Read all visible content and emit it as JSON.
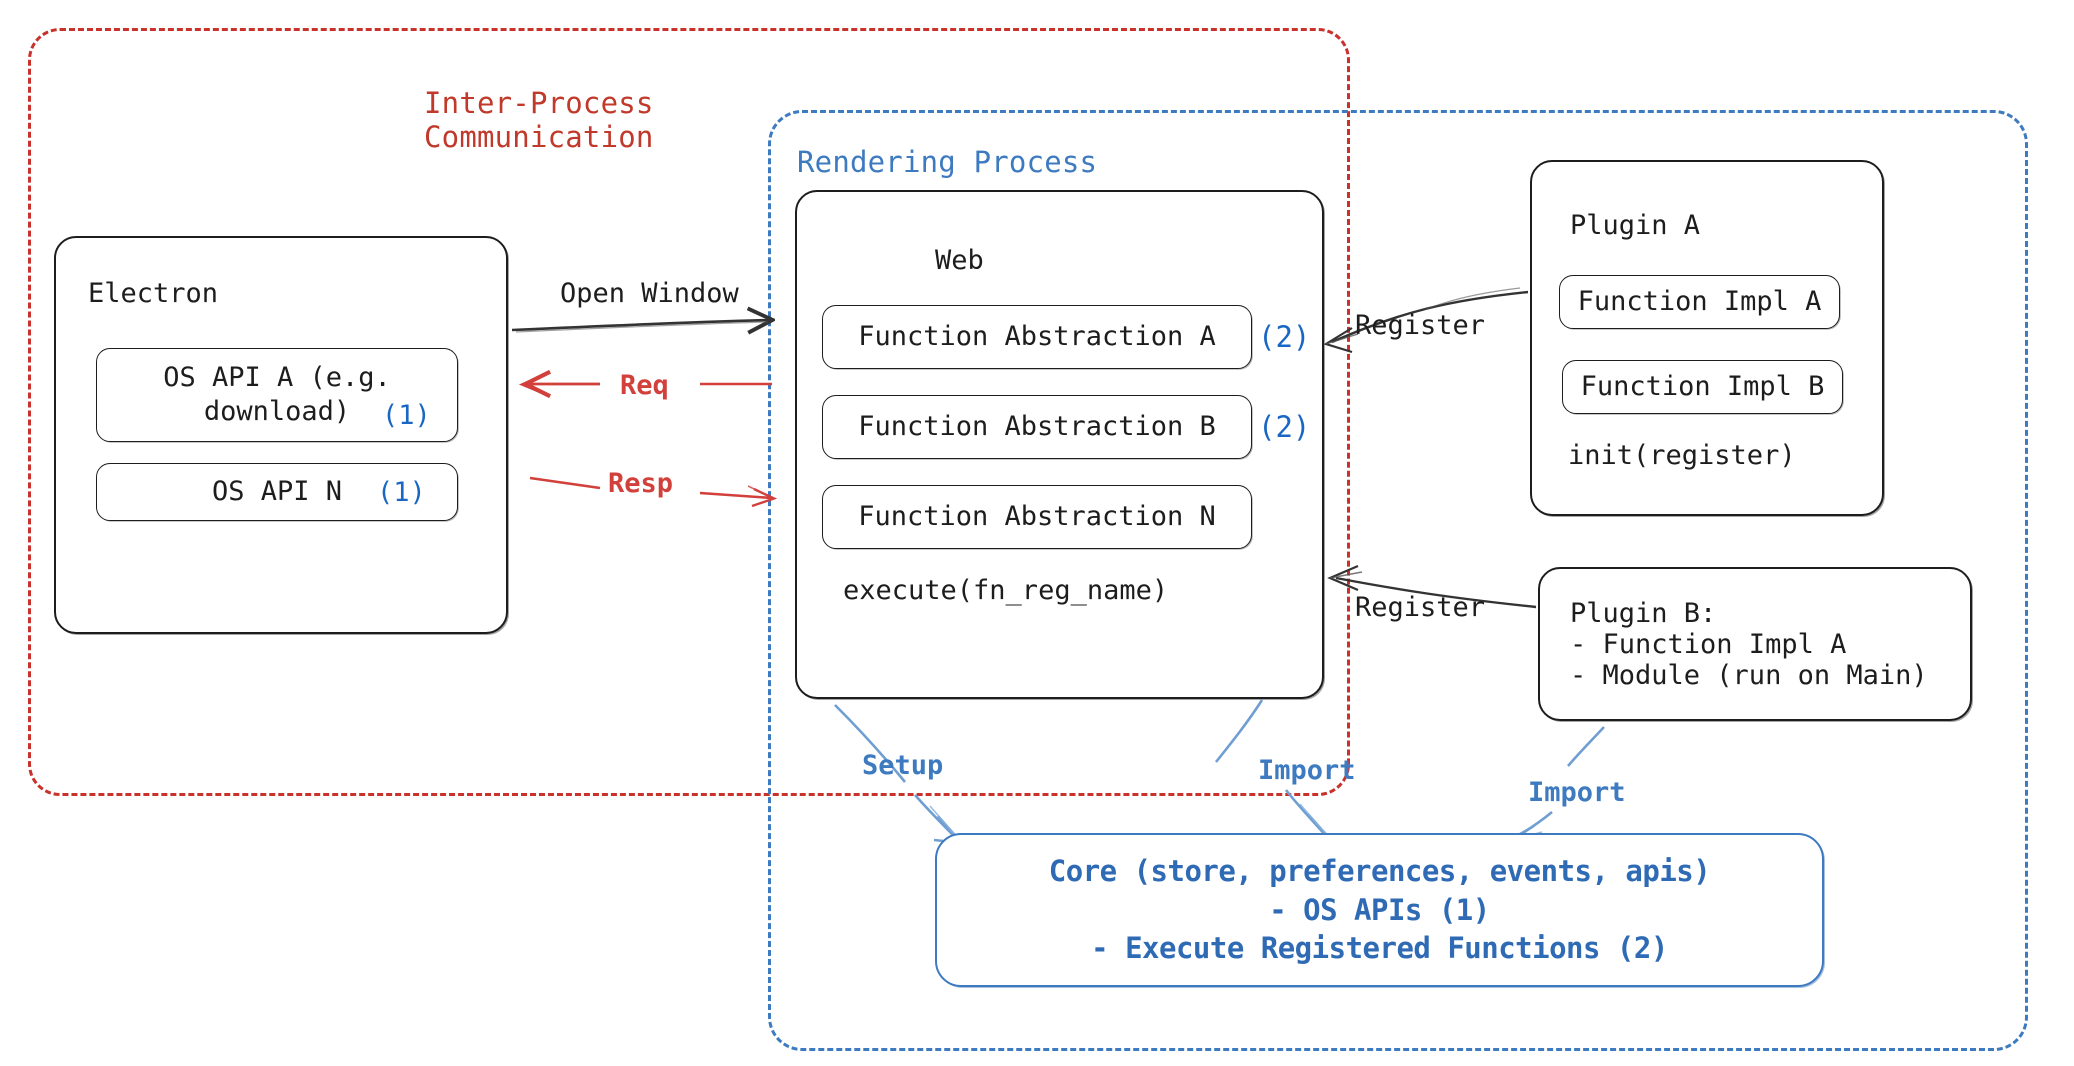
{
  "diagram": {
    "title": "Electron plugin architecture",
    "colors": {
      "ipc_red": "#c0392b",
      "render_blue": "#3d7ac0",
      "badge_blue": "#1a66c4",
      "arrow_red": "#d2403c",
      "ink": "#1d1d1d"
    },
    "regions": [
      {
        "id": "ipc",
        "label": "Inter-Process\nCommunication",
        "style": "dashed-red"
      },
      {
        "id": "render",
        "label": "Rendering Process",
        "style": "dashed-blue"
      }
    ],
    "electron": {
      "title": "Electron",
      "apis": [
        {
          "label": "OS API A (e.g.\ndownload)",
          "badge": "(1)"
        },
        {
          "label": "OS API N",
          "badge": "(1)"
        }
      ]
    },
    "web": {
      "title": "Web",
      "abstractions": [
        {
          "label": "Function Abstraction A",
          "badge": "(2)"
        },
        {
          "label": "Function Abstraction B",
          "badge": "(2)"
        },
        {
          "label": "Function Abstraction N",
          "badge": ""
        }
      ],
      "footer": "execute(fn_reg_name)"
    },
    "plugin_a": {
      "title": "Plugin A",
      "impls": [
        {
          "label": "Function Impl A"
        },
        {
          "label": "Function Impl B"
        }
      ],
      "footer": "init(register)"
    },
    "plugin_b": {
      "text": "Plugin B:\n- Function Impl A\n- Module (run on Main)"
    },
    "core": {
      "text": "Core (store, preferences, events, apis)\n- OS APIs (1)\n- Execute Registered Functions (2)"
    },
    "edges": [
      {
        "id": "open-window",
        "label": "Open Window",
        "color": "black",
        "from": "electron",
        "to": "web"
      },
      {
        "id": "req",
        "label": "Req",
        "color": "red",
        "from": "web",
        "to": "electron"
      },
      {
        "id": "resp",
        "label": "Resp",
        "color": "red",
        "from": "electron",
        "to": "web"
      },
      {
        "id": "register-1",
        "label": "Register",
        "color": "black",
        "from": "plugin-a",
        "to": "web"
      },
      {
        "id": "register-2",
        "label": "Register",
        "color": "black",
        "from": "plugin-b",
        "to": "web"
      },
      {
        "id": "setup",
        "label": "Setup",
        "color": "blue",
        "from": "web",
        "to": "core"
      },
      {
        "id": "import-1",
        "label": "Import",
        "color": "blue",
        "from": "web",
        "to": "core"
      },
      {
        "id": "import-2",
        "label": "Import",
        "color": "blue",
        "from": "plugin-b",
        "to": "core"
      }
    ]
  }
}
